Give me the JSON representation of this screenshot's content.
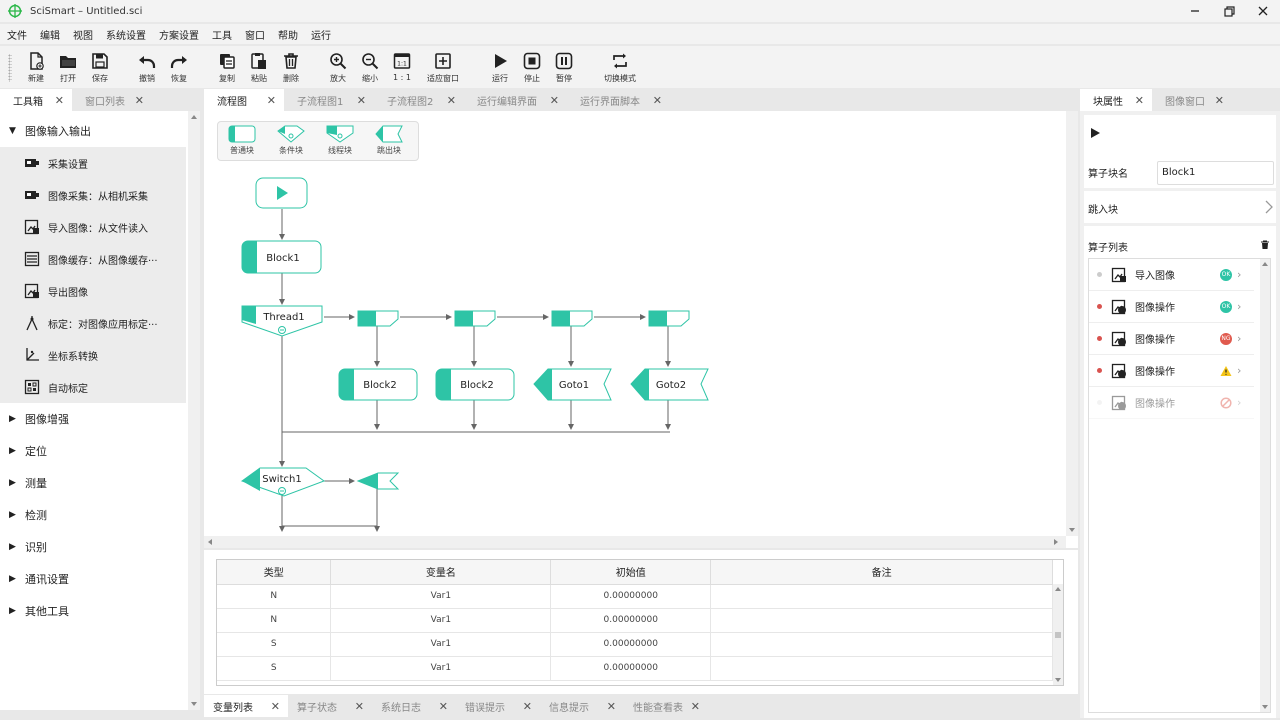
{
  "window": {
    "title": "SciSmart – Untitled.sci"
  },
  "menu": [
    "文件",
    "编辑",
    "视图",
    "系统设置",
    "方案设置",
    "工具",
    "窗口",
    "帮助",
    "运行"
  ],
  "toolbar": [
    {
      "label": "新建",
      "icon": "new-file-icon"
    },
    {
      "label": "打开",
      "icon": "folder-open-icon"
    },
    {
      "label": "保存",
      "icon": "save-icon"
    },
    {
      "label": "撤销",
      "icon": "undo-icon"
    },
    {
      "label": "恢复",
      "icon": "redo-icon"
    },
    {
      "label": "复制",
      "icon": "copy-icon"
    },
    {
      "label": "粘贴",
      "icon": "paste-icon"
    },
    {
      "label": "删除",
      "icon": "trash-icon"
    },
    {
      "label": "放大",
      "icon": "zoom-in-icon"
    },
    {
      "label": "缩小",
      "icon": "zoom-out-icon"
    },
    {
      "label": "1 : 1",
      "icon": "actual-size-icon",
      "icon_text": "1:1"
    },
    {
      "label": "适应窗口",
      "icon": "fit-window-icon"
    },
    {
      "label": "运行",
      "icon": "play-icon"
    },
    {
      "label": "停止",
      "icon": "stop-icon"
    },
    {
      "label": "暂停",
      "icon": "pause-icon"
    },
    {
      "label": "切换模式",
      "icon": "switch-mode-icon"
    }
  ],
  "left_tabs": [
    "工具箱",
    "窗口列表"
  ],
  "toolbox": {
    "expanded_group": "图像输入输出",
    "items": [
      "采集设置",
      "图像采集：从相机采集",
      "导入图像：从文件读入",
      "图像缓存：从图像缓存···",
      "导出图像",
      "标定：对图像应用标定···",
      "坐标系转换",
      "自动标定"
    ],
    "groups": [
      "图像增强",
      "定位",
      "测量",
      "检测",
      "识别",
      "通讯设置",
      "其他工具"
    ]
  },
  "center_tabs": [
    "流程图",
    "子流程图1",
    "子流程图2",
    "运行编辑界面",
    "运行界面脚本"
  ],
  "palette": [
    "普通块",
    "条件块",
    "线程块",
    "跳出块"
  ],
  "flow": {
    "block1": "Block1",
    "thread1": "Thread1",
    "block2a": "Block2",
    "block2b": "Block2",
    "goto1": "Goto1",
    "goto2": "Goto2",
    "switch1": "Switch1"
  },
  "var_table": {
    "headers": [
      "类型",
      "变量名",
      "初始值",
      "备注"
    ],
    "rows": [
      [
        "N",
        "Var1",
        "0.00000000",
        ""
      ],
      [
        "N",
        "Var1",
        "0.00000000",
        ""
      ],
      [
        "S",
        "Var1",
        "0.00000000",
        ""
      ],
      [
        "S",
        "Var1",
        "0.00000000",
        ""
      ]
    ]
  },
  "bottom_tabs": [
    "变量列表",
    "算子状态",
    "系统日志",
    "错误提示",
    "信息提示",
    "性能查看表"
  ],
  "right_tabs": [
    "块属性",
    "图像窗口"
  ],
  "props": {
    "name_label": "算子块名",
    "name_value": "Block1",
    "jump_label": "跳入块",
    "op_list_label": "算子列表",
    "ops": [
      {
        "name": "导入图像",
        "dot": "#cccccc",
        "badge": "OK",
        "badge_color": "#2ec4a6"
      },
      {
        "name": "图像操作",
        "dot": "#d9534f",
        "badge": "OK",
        "badge_color": "#2ec4a6"
      },
      {
        "name": "图像操作",
        "dot": "#d9534f",
        "badge": "NG",
        "badge_color": "#e05a4e"
      },
      {
        "name": "图像操作",
        "dot": "#d9534f",
        "badge": "warning",
        "badge_color": "#f5c518"
      },
      {
        "name": "图像操作",
        "dot": "#e6e6e6",
        "badge": "disabled",
        "badge_color": "#e05a4e"
      }
    ]
  },
  "colors": {
    "accent": "#2ec4a6",
    "accent_light": "#e6f7f3"
  }
}
